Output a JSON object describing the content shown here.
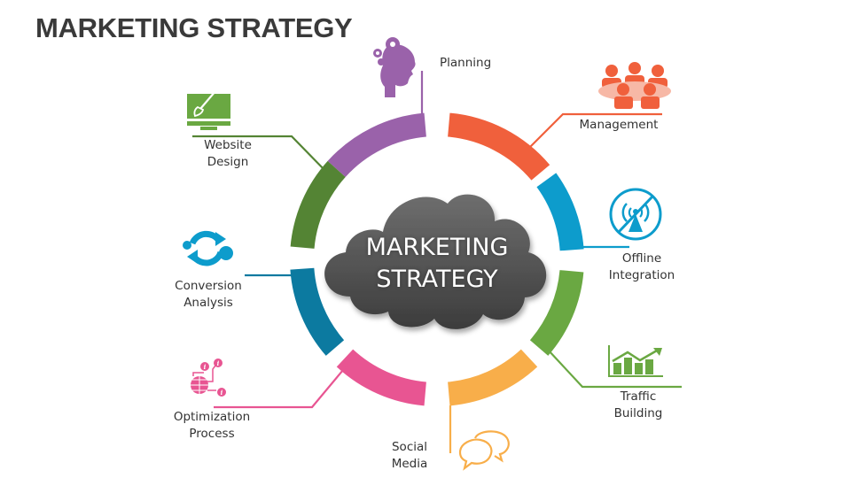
{
  "page": {
    "title": "MARKETING STRATEGY"
  },
  "center": {
    "label": "MARKETING\nSTRATEGY",
    "shape": "cloud",
    "color": "#4a4a4a"
  },
  "segments": [
    {
      "id": "planning",
      "label": "Planning",
      "icon": "head-gears-icon",
      "color": "#9a62aa"
    },
    {
      "id": "management",
      "label": "Management",
      "icon": "team-meeting-icon",
      "color": "#f0603c"
    },
    {
      "id": "offline-integration",
      "label": "Offline\nIntegration",
      "icon": "no-signal-tower-icon",
      "color": "#0d9ccc"
    },
    {
      "id": "traffic-building",
      "label": "Traffic\nBuilding",
      "icon": "growth-chart-icon",
      "color": "#6aa842"
    },
    {
      "id": "social-media",
      "label": "Social\nMedia",
      "icon": "chat-bubbles-icon",
      "color": "#f8ae4a"
    },
    {
      "id": "optimization-process",
      "label": "Optimization\nProcess",
      "icon": "globe-info-icon",
      "color": "#e85592"
    },
    {
      "id": "conversion-analysis",
      "label": "Conversion\nAnalysis",
      "icon": "cycle-arrows-icon",
      "color": "#0c7aa0"
    },
    {
      "id": "website-design",
      "label": "Website\nDesign",
      "icon": "monitor-brush-icon",
      "color": "#548434"
    }
  ]
}
